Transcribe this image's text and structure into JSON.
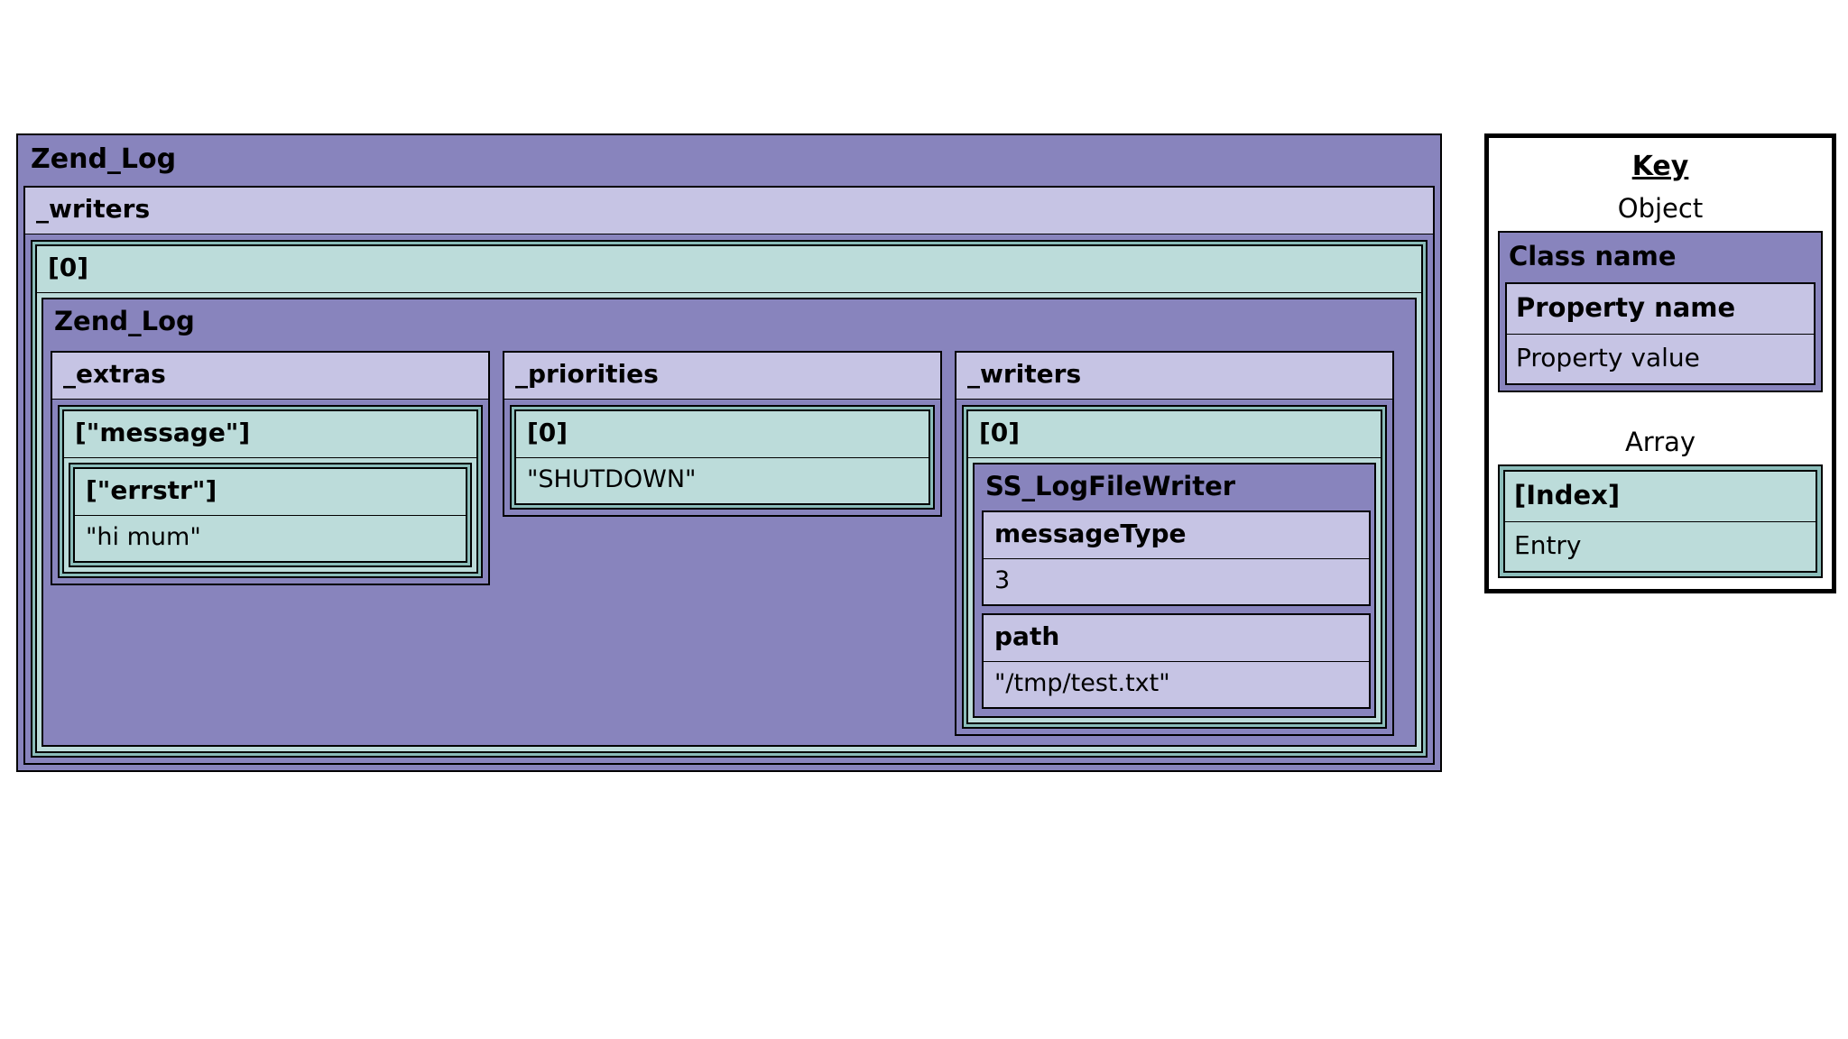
{
  "diagram": {
    "root": {
      "class_name": "Zend_Log",
      "property_name": "_writers",
      "array_index": "[0]",
      "inner_class_name": "Zend_Log"
    },
    "columns": {
      "extras": {
        "property_name": "_extras",
        "index_message": "[\"message\"]",
        "index_errstr": "[\"errstr\"]",
        "value_errstr": "\"hi mum\""
      },
      "priorities": {
        "property_name": "_priorities",
        "index_0": "[0]",
        "value_0": "\"SHUTDOWN\""
      },
      "writers": {
        "property_name": "_writers",
        "index_0": "[0]",
        "class_name": "SS_LogFileWriter",
        "properties": [
          {
            "name": "messageType",
            "value": "3"
          },
          {
            "name": "path",
            "value": "\"/tmp/test.txt\""
          }
        ]
      }
    }
  },
  "key": {
    "title": "Key",
    "object_caption": "Object",
    "class_name_label": "Class name",
    "property_name_label": "Property name",
    "property_value_label": "Property value",
    "array_caption": "Array",
    "index_label": "[Index]",
    "entry_label": "Entry"
  },
  "colors": {
    "object_header": "#8884bd",
    "property": "#c6c4e4",
    "array_border": "#8bbdba",
    "array_fill": "#bcdcda",
    "outline": "#000000",
    "background": "#ffffff"
  }
}
